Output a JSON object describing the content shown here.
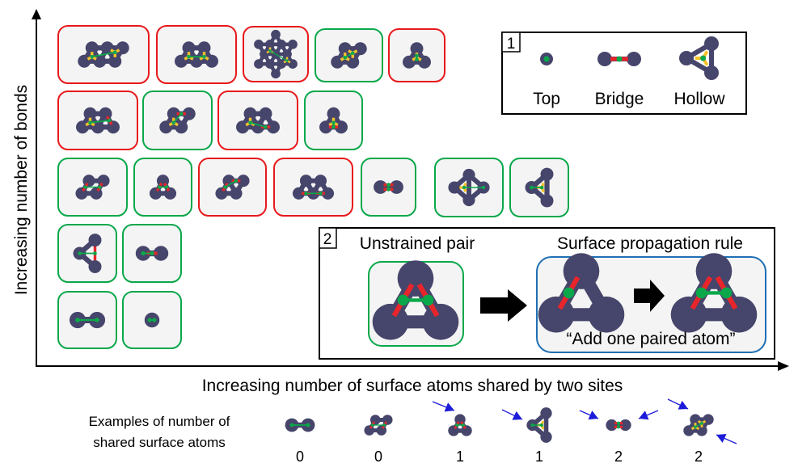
{
  "axes": {
    "y_label": "Increasing number of bonds",
    "x_label": "Increasing number of surface atoms shared by two sites"
  },
  "colors": {
    "atom": "#46456b",
    "tile_bg": "#f4f4f4",
    "unstrained_border": "#0aa84a",
    "strained_border": "#e8191b",
    "rule_border": "#1f6fb4",
    "bond_line": "#0aa84a",
    "site_dot": "#0aa84a",
    "bridge_site": "#e8252a",
    "hollow_site": "#f6c22a",
    "pointer_arrow": "#1b1bd9"
  },
  "legend_sites": {
    "panel_number": "1",
    "items": [
      {
        "name": "top",
        "label": "Top"
      },
      {
        "name": "bridge",
        "label": "Bridge"
      },
      {
        "name": "hollow",
        "label": "Hollow"
      }
    ]
  },
  "grid": {
    "rows": [
      {
        "tiles": [
          {
            "motif": "hollow-hollow-long",
            "status": "strained"
          },
          {
            "motif": "hollow-hollow-trap",
            "status": "strained"
          },
          {
            "motif": "hollow-hollow-hex",
            "status": "strained"
          },
          {
            "motif": "hollow-hollow-rhomb",
            "status": "unstrained"
          },
          {
            "motif": "hollow-hollow-tri",
            "status": "strained"
          }
        ]
      },
      {
        "tiles": [
          {
            "motif": "hollow-bridge-long",
            "status": "strained"
          },
          {
            "motif": "hollow-bridge-rhomb",
            "status": "unstrained"
          },
          {
            "motif": "hollow-bridge-trap",
            "status": "strained"
          },
          {
            "motif": "hollow-bridge-tri",
            "status": "unstrained"
          }
        ]
      },
      {
        "tiles": [
          {
            "motif": "bridge-bridge-rhomb",
            "status": "unstrained"
          },
          {
            "motif": "bridge-bridge-tri",
            "status": "unstrained"
          },
          {
            "motif": "bridge-bridge-rhomb-curve",
            "status": "strained"
          },
          {
            "motif": "bridge-bridge-trap",
            "status": "strained"
          },
          {
            "motif": "bridge-bridge-pair",
            "status": "unstrained"
          },
          {
            "motif": "top-hollow-rhomb",
            "status": "unstrained"
          },
          {
            "motif": "top-hollow-tri",
            "status": "unstrained"
          }
        ]
      },
      {
        "tiles": [
          {
            "motif": "top-bridge-tri",
            "status": "unstrained"
          },
          {
            "motif": "top-bridge-pair",
            "status": "unstrained"
          }
        ]
      },
      {
        "tiles": [
          {
            "motif": "top-top-pair",
            "status": "unstrained"
          },
          {
            "motif": "top-top-single",
            "status": "unstrained"
          }
        ]
      }
    ]
  },
  "panel2": {
    "panel_number": "2",
    "unstrained_title": "Unstrained pair",
    "rule_title": "Surface propagation rule",
    "rule_caption": "“Add one paired atom”"
  },
  "examples": {
    "label_line1": "Examples of number of",
    "label_line2": "shared surface atoms",
    "items": [
      {
        "motif": "top-top-pair",
        "shared": "0"
      },
      {
        "motif": "bridge-bridge-rhomb",
        "shared": "0"
      },
      {
        "motif": "bridge-bridge-tri",
        "shared": "1"
      },
      {
        "motif": "top-hollow-tri",
        "shared": "1"
      },
      {
        "motif": "bridge-bridge-pair",
        "shared": "2"
      },
      {
        "motif": "hollow-hollow-rhomb",
        "shared": "2"
      }
    ]
  }
}
